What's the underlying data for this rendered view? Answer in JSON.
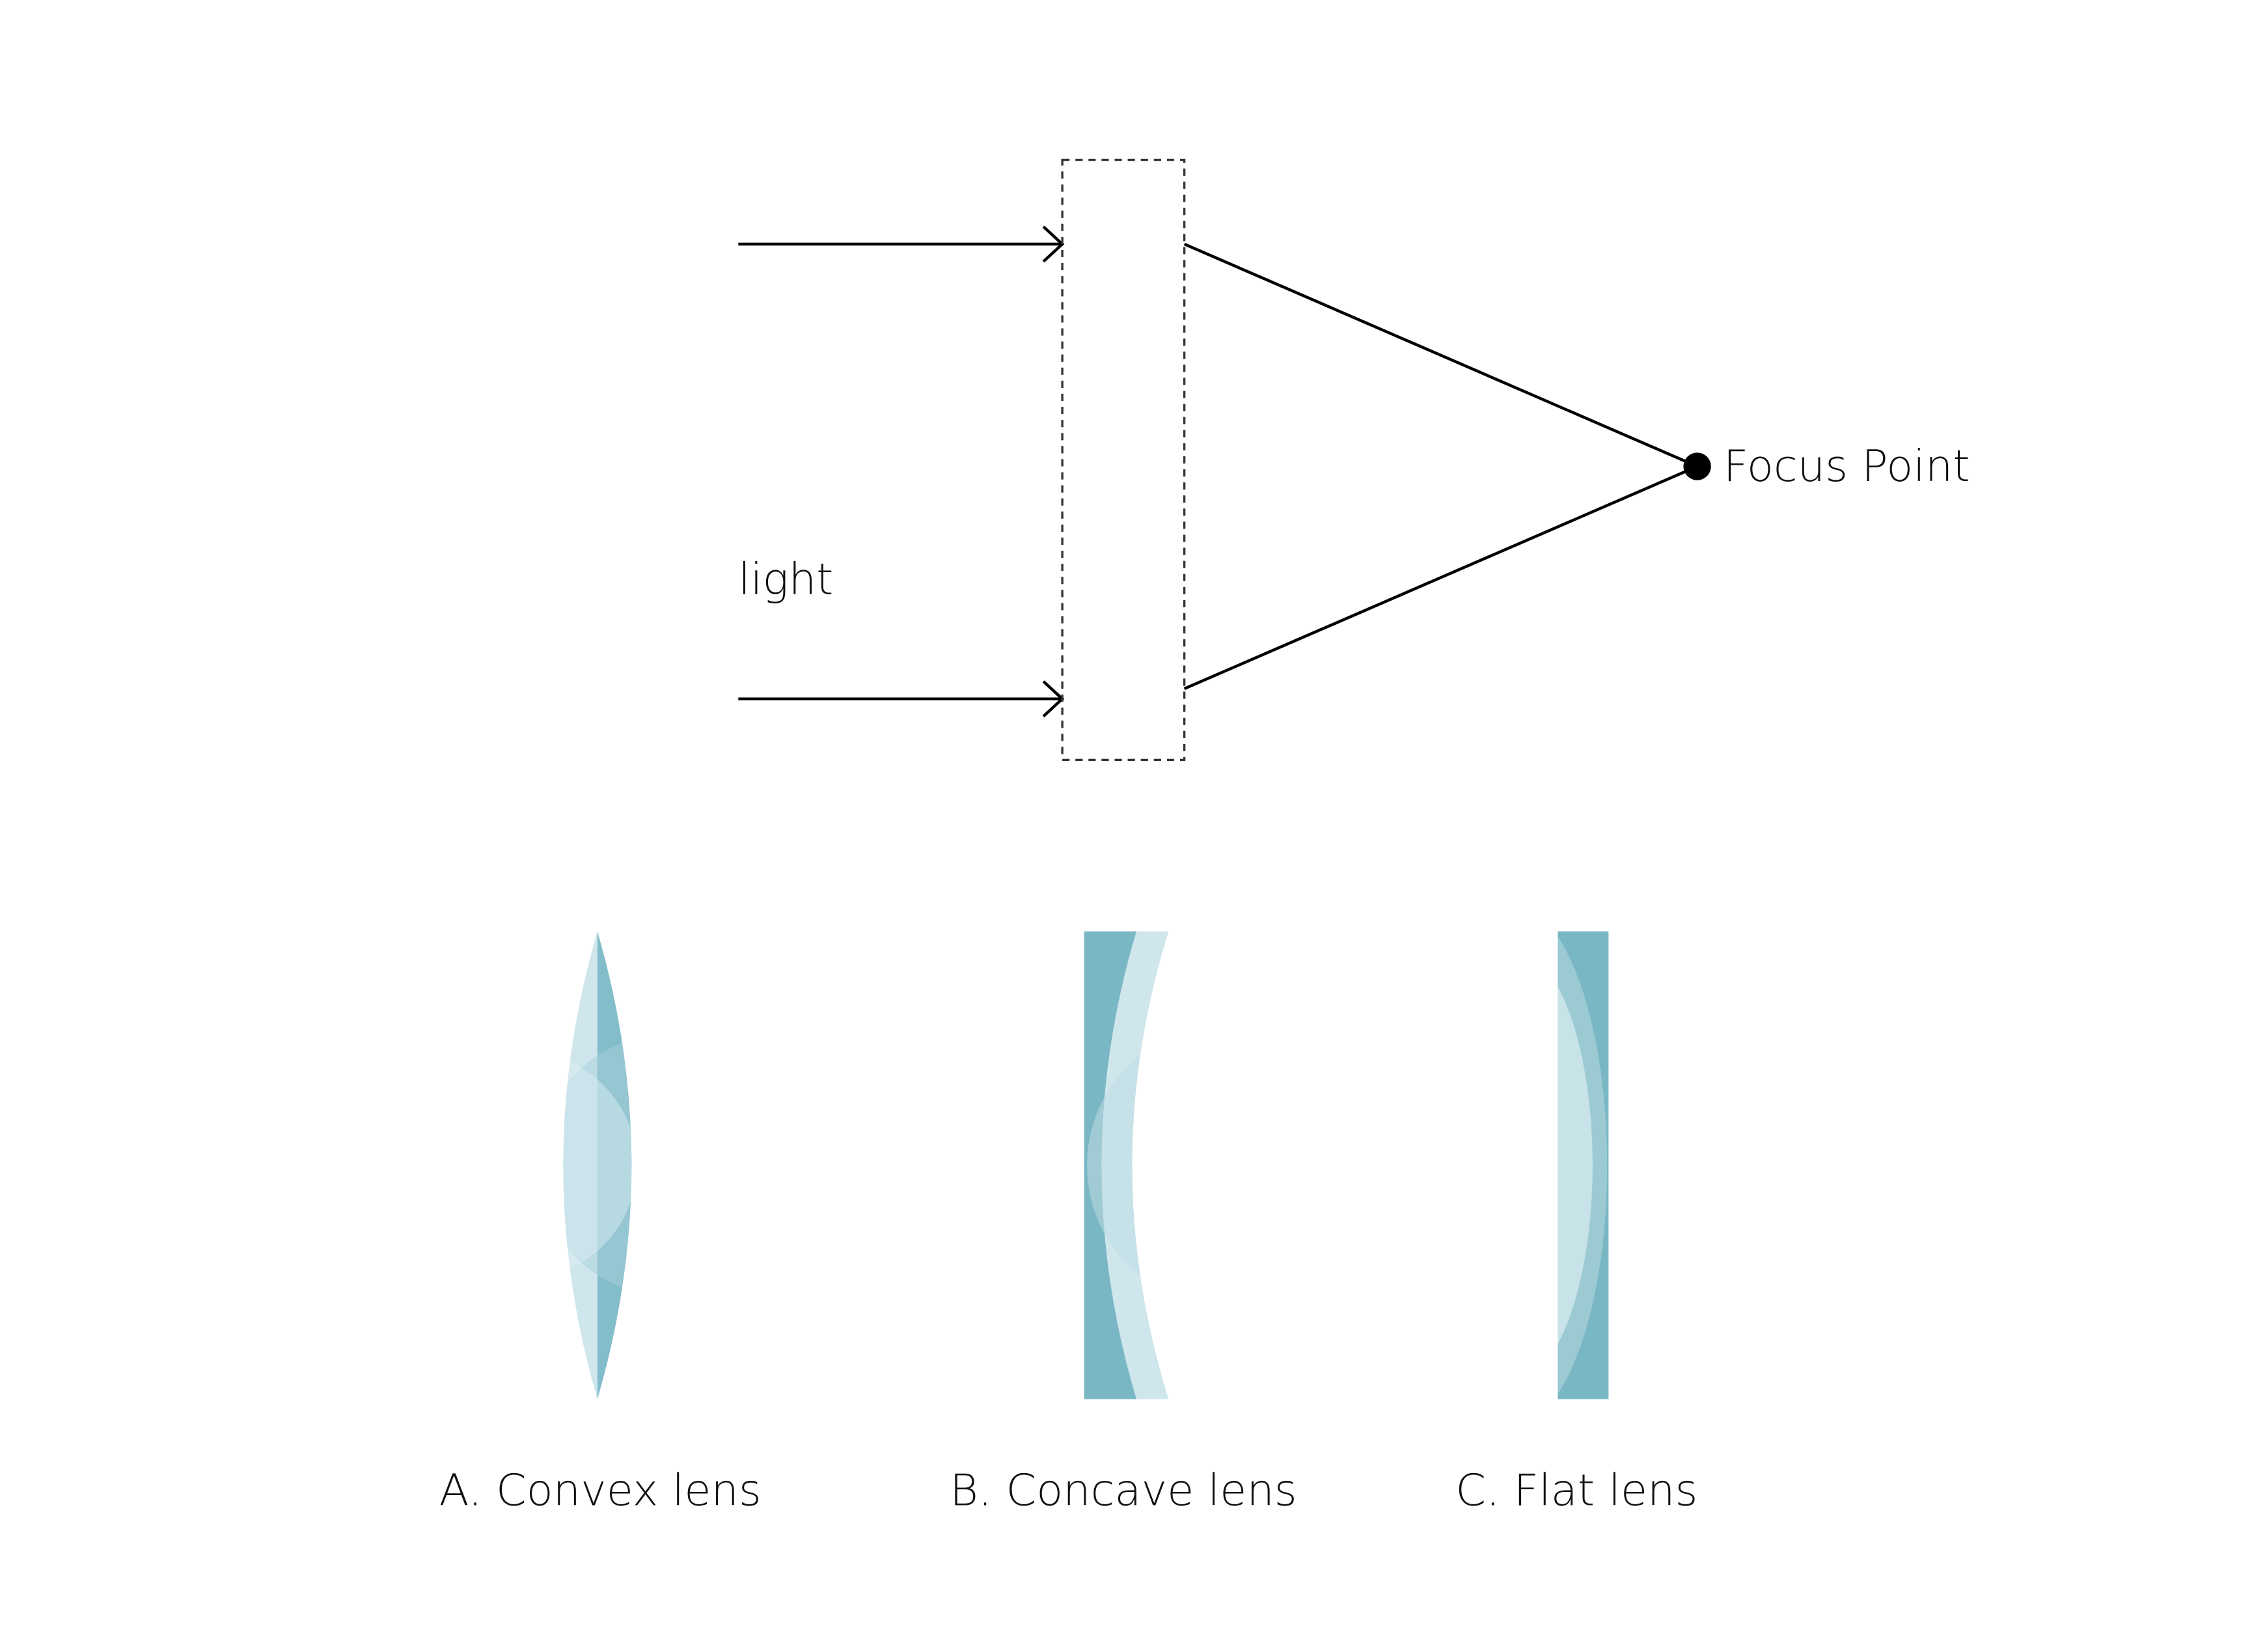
{
  "labels": {
    "light": "light",
    "focus_point": "Focus Point"
  },
  "lenses": [
    {
      "id": "convex",
      "caption": "A. Convex lens"
    },
    {
      "id": "concave",
      "caption": "B. Concave lens"
    },
    {
      "id": "flat",
      "caption": "C. Flat lens"
    }
  ],
  "colors": {
    "line": "#000000",
    "dashed_box": "#333333",
    "lens_dark": "#7ab7c4",
    "lens_mid": "#9fcad4",
    "lens_light": "#cfe6ec",
    "text": "#111111"
  }
}
